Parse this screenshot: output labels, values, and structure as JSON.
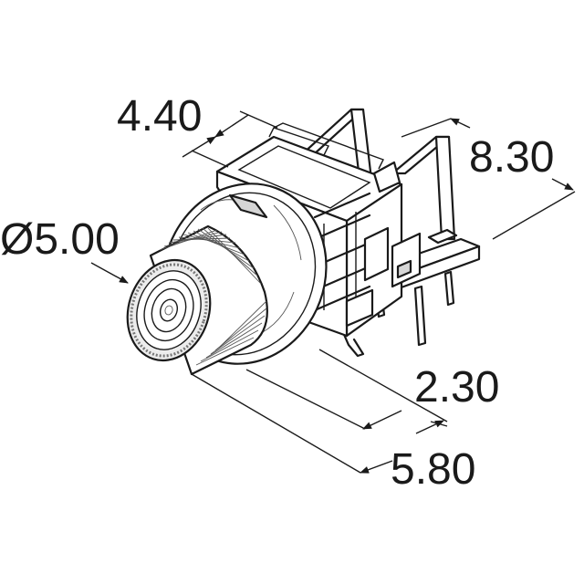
{
  "dimensions": {
    "width_top": "4.40",
    "depth_right": "8.30",
    "diameter": "Ø5.00",
    "offset_bottom": "2.30",
    "length_bottom": "5.80"
  }
}
